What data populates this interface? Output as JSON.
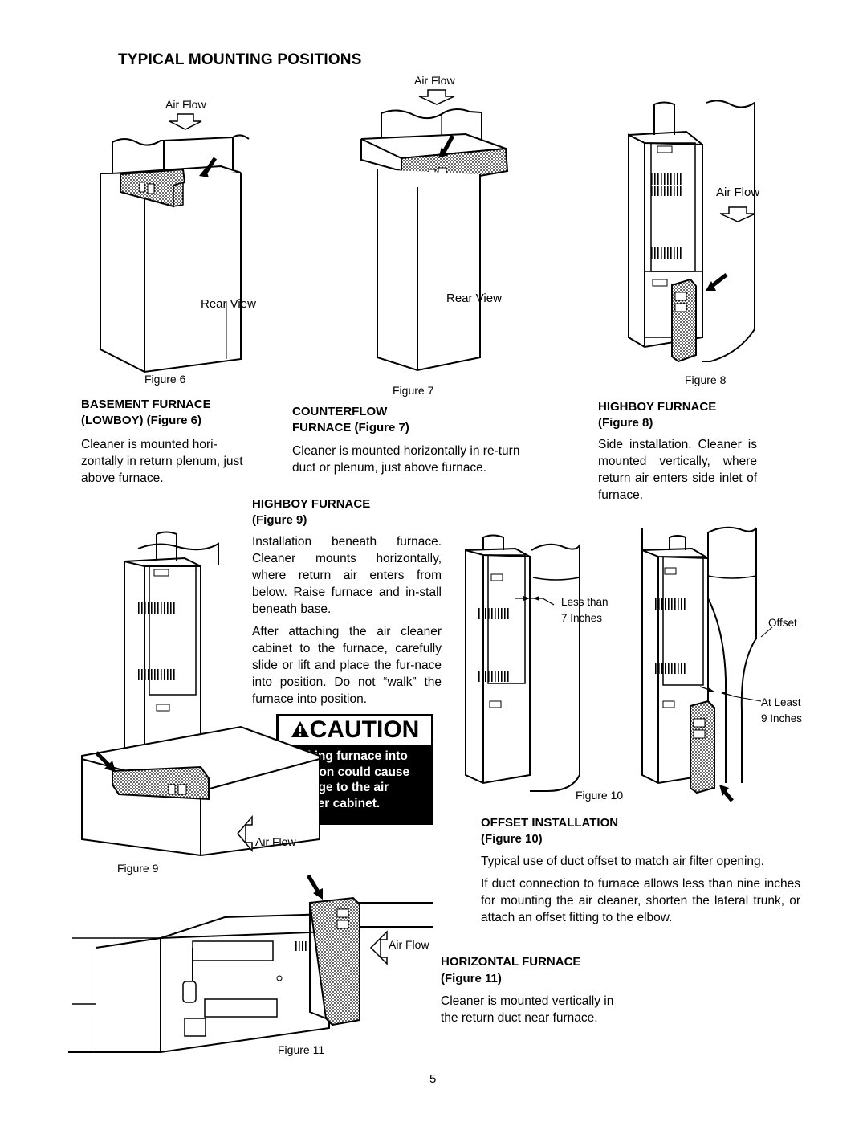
{
  "page": {
    "title": "TYPICAL MOUNTING POSITIONS",
    "page_number": "5"
  },
  "figure6": {
    "airflow": "Air Flow",
    "rear_view": "Rear View",
    "caption": "Figure 6",
    "heading_1": "BASEMENT FURNACE",
    "heading_2": "(LOWBOY) (Figure 6)",
    "text": "Cleaner is mounted hori-zontally in return plenum, just above furnace."
  },
  "figure7": {
    "airflow": "Air Flow",
    "rear_view": "Rear View",
    "caption": "Figure 7",
    "heading_1": "COUNTERFLOW",
    "heading_2": "FURNACE (Figure 7)",
    "text": "Cleaner is mounted horizontally in re-turn duct or plenum, just above furnace."
  },
  "figure8": {
    "airflow": "Air Flow",
    "caption": "Figure 8",
    "heading_1": "HIGHBOY FURNACE",
    "heading_2": "(Figure 8)",
    "text": "Side installation. Cleaner is mounted vertically, where return air enters side inlet of furnace."
  },
  "figure9": {
    "heading_1": "HIGHBOY FURNACE",
    "heading_2": "(Figure 9)",
    "text_1": "Installation beneath furnace. Cleaner mounts horizontally, where return air enters from below. Raise furnace and in-stall beneath base.",
    "text_2": "After attaching the air cleaner cabinet to the furnace, carefully slide or lift and place the fur-nace into position. Do not “walk” the furnace into position.",
    "airflow": "Air Flow",
    "caption": "Figure 9"
  },
  "caution": {
    "label": "CAUTION",
    "text": "Walking furnace into position could cause damage to the air cleaner cabinet."
  },
  "figure10": {
    "less_than_1": "Less than",
    "less_than_2": "7 Inches",
    "offset": "Offset",
    "at_least_1": "At Least",
    "at_least_2": "9 Inches",
    "caption": "Figure 10",
    "heading_1": "OFFSET INSTALLATION",
    "heading_2": "(Figure 10)",
    "text_1": "Typical use of duct offset to match air filter opening.",
    "text_2": "If duct connection to furnace allows less than nine inches for mounting the air cleaner, shorten the lateral trunk, or attach an offset fitting to the elbow."
  },
  "figure11": {
    "airflow": "Air Flow",
    "caption": "Figure 11",
    "heading_1": "HORIZONTAL FURNACE",
    "heading_2": "(Figure 11)",
    "text": "Cleaner is mounted vertically in the return duct near furnace."
  },
  "colors": {
    "ink": "#000000",
    "paper": "#ffffff",
    "stipple": "#9a9a9a"
  }
}
